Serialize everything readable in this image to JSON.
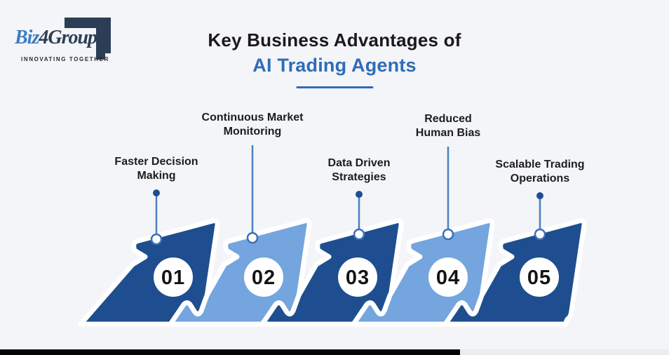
{
  "colors": {
    "background": "#f4f5f8",
    "arrow_dark": "#1e4e8f",
    "arrow_light": "#74a5de",
    "accent_blue": "#2e6cb8",
    "connector_line": "#4a80c6",
    "ring_stroke": "#3a6fb8",
    "dot_fill": "#1e4e8f",
    "number_text": "#141414",
    "logo_dark": "#2c3e55",
    "logo_blue": "#3e7bc4",
    "title_text": "#1a1a1a",
    "label_text": "#1d1d1f",
    "bottom_bar": "#050505"
  },
  "logo": {
    "brand_first": "Biz",
    "brand_rest": "4Group",
    "tagline": "INNOVATING TOGETHER"
  },
  "title": {
    "line1": "Key Business Advantages of",
    "line2": "AI Trading Agents"
  },
  "steps": [
    {
      "num": "01",
      "label1": "Faster Decision",
      "label2": "Making",
      "tone": "dark"
    },
    {
      "num": "02",
      "label1": "Continuous Market",
      "label2": "Monitoring",
      "tone": "light"
    },
    {
      "num": "03",
      "label1": "Data Driven",
      "label2": "Strategies",
      "tone": "dark"
    },
    {
      "num": "04",
      "label1": "Reduced",
      "label2": "Human Bias",
      "tone": "light"
    },
    {
      "num": "05",
      "label1": "Scalable Trading",
      "label2": "Operations",
      "tone": "dark"
    }
  ]
}
